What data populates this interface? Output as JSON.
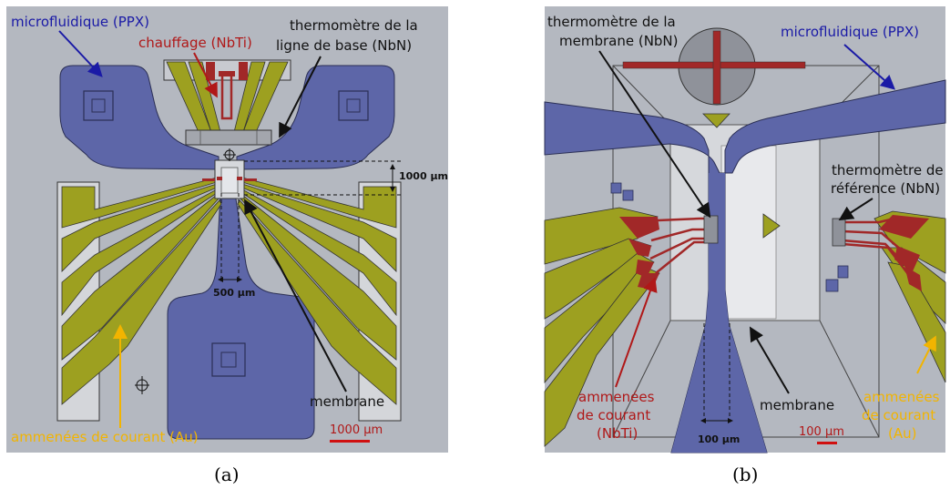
{
  "colors": {
    "background": "#b4b8c0",
    "microfluidic": "#5d66a8",
    "gold": "#9da020",
    "nbti": "#a12828",
    "blue_text": "#1a1aa6",
    "red_text": "#b01818",
    "yellow_text": "#f2b400",
    "dark_text": "#111111"
  },
  "panel_a": {
    "caption": "(a)",
    "labels": {
      "microfluidic": "microfluidique (PPX)",
      "heater": "chauffage (NbTi)",
      "baseline_thermo_l1": "thermomètre de la",
      "baseline_thermo_l2": "ligne de base (NbN)",
      "dim_vertical": "1000 µm",
      "dim_horizontal": "500 µm",
      "membrane": "membrane",
      "current_leads": "ammenées de courant (Au)",
      "scale_bar": "1000 µm"
    }
  },
  "panel_b": {
    "caption": "(b)",
    "labels": {
      "membrane_thermo_l1": "thermomètre de la",
      "membrane_thermo_l2": "membrane (NbN)",
      "microfluidic": "microfluidique (PPX)",
      "ref_thermo_l1": "thermomètre de",
      "ref_thermo_l2": "référence  (NbN)",
      "nbti_leads_l1": "ammenées",
      "nbti_leads_l2": "de courant",
      "nbti_leads_l3": "(NbTi)",
      "dim_horizontal": "100 µm",
      "membrane": "membrane",
      "scale_bar": "100 µm",
      "au_leads_l1": "ammenées",
      "au_leads_l2": "de courant",
      "au_leads_l3": "(Au)"
    }
  }
}
